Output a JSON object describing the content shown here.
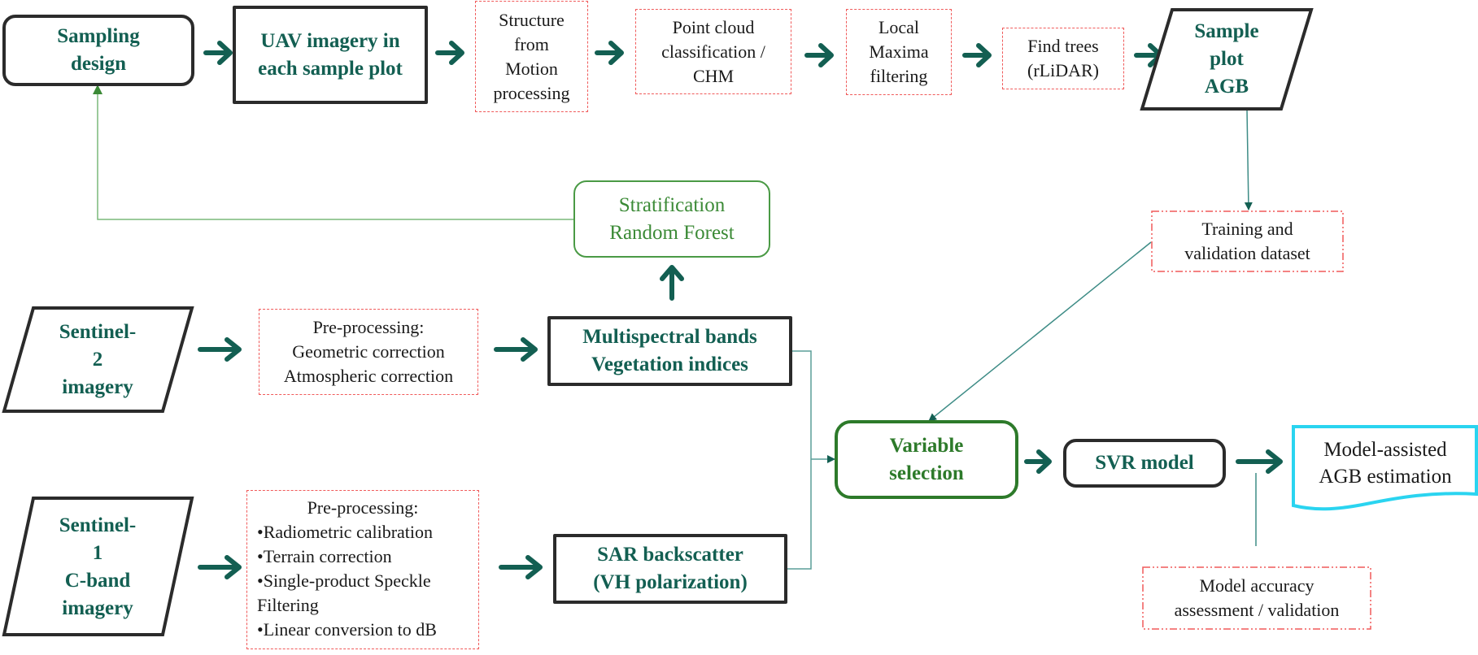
{
  "colors": {
    "primary_text": "#135f52",
    "arrow": "#135f52",
    "connector": "#5a9e98",
    "stratification": "#3b8a36",
    "variable_selection": "#2d7a2a",
    "dashed_border": "#f05a5a",
    "output_border": "#2ad4f0",
    "solid_border": "#2b2b2b"
  },
  "nodes": {
    "sampling_design": "Sampling\ndesign",
    "uav_imagery": "UAV imagery in\neach sample plot",
    "sfm": "Structure\nfrom\nMotion\nprocessing",
    "point_cloud": "Point cloud\nclassification /\nCHM",
    "local_maxima": "Local\nMaxima\nfiltering",
    "find_trees": "Find trees\n(rLiDAR)",
    "sample_plot_agb": "Sample\nplot\nAGB",
    "stratification": "Stratification\nRandom Forest",
    "training_dataset": "Training and\nvalidation dataset",
    "sentinel2": "Sentinel-\n2\nimagery",
    "s2_preprocessing": {
      "header": "Pre-processing:",
      "items": [
        "Geometric correction",
        "Atmospheric correction"
      ]
    },
    "multispectral": "Multispectral bands\nVegetation indices",
    "variable_selection": "Variable\nselection",
    "svr_model": "SVR model",
    "agb_estimation": "Model-assisted\nAGB estimation",
    "sentinel1": "Sentinel-\n1\nC-band\nimagery",
    "s1_preprocessing": {
      "header": "Pre-processing:",
      "items": [
        "•Radiometric calibration",
        "•Terrain correction",
        "•Single-product Speckle",
        "Filtering",
        "•Linear conversion to dB"
      ]
    },
    "sar_backscatter": "SAR backscatter\n(VH polarization)",
    "accuracy_assessment": "Model accuracy\nassessment / validation"
  }
}
